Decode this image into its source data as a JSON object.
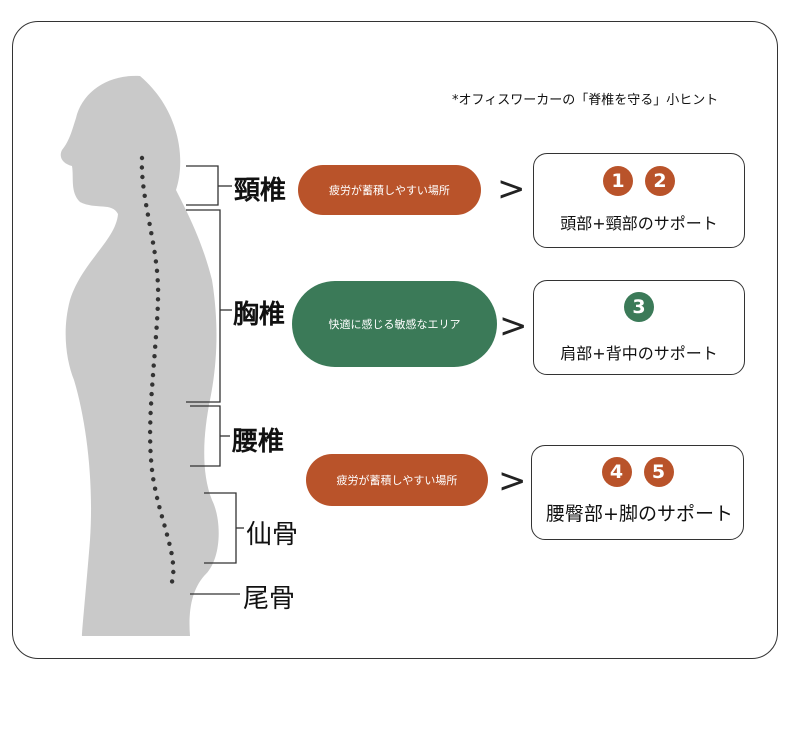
{
  "hint": "*オフィスワーカーの「脊椎を守る」小ヒント",
  "regions": {
    "cervical": "頸椎",
    "thoracic": "胸椎",
    "lumbar": "腰椎",
    "sacrum": "仙骨",
    "coccyx": "尾骨"
  },
  "pills": [
    {
      "text": "疲労が蓄積しやすい場所",
      "color": "#b9532a"
    },
    {
      "text": "快適に感じる敏感なエリア",
      "color": "#3b7a58"
    },
    {
      "text": "疲労が蓄積しやすい場所",
      "color": "#b9532a"
    }
  ],
  "arrow": ">",
  "cards": [
    {
      "badges": [
        "1",
        "2"
      ],
      "text": "頭部+頸部のサポート"
    },
    {
      "badges": [
        "3"
      ],
      "text": "肩部+背中のサポート"
    },
    {
      "badges": [
        "4",
        "5"
      ],
      "text": "腰臀部+脚のサポート"
    }
  ],
  "colors": {
    "orange": "#b9532a",
    "green": "#3b7a58",
    "silhouette": "#c9c9c9"
  }
}
